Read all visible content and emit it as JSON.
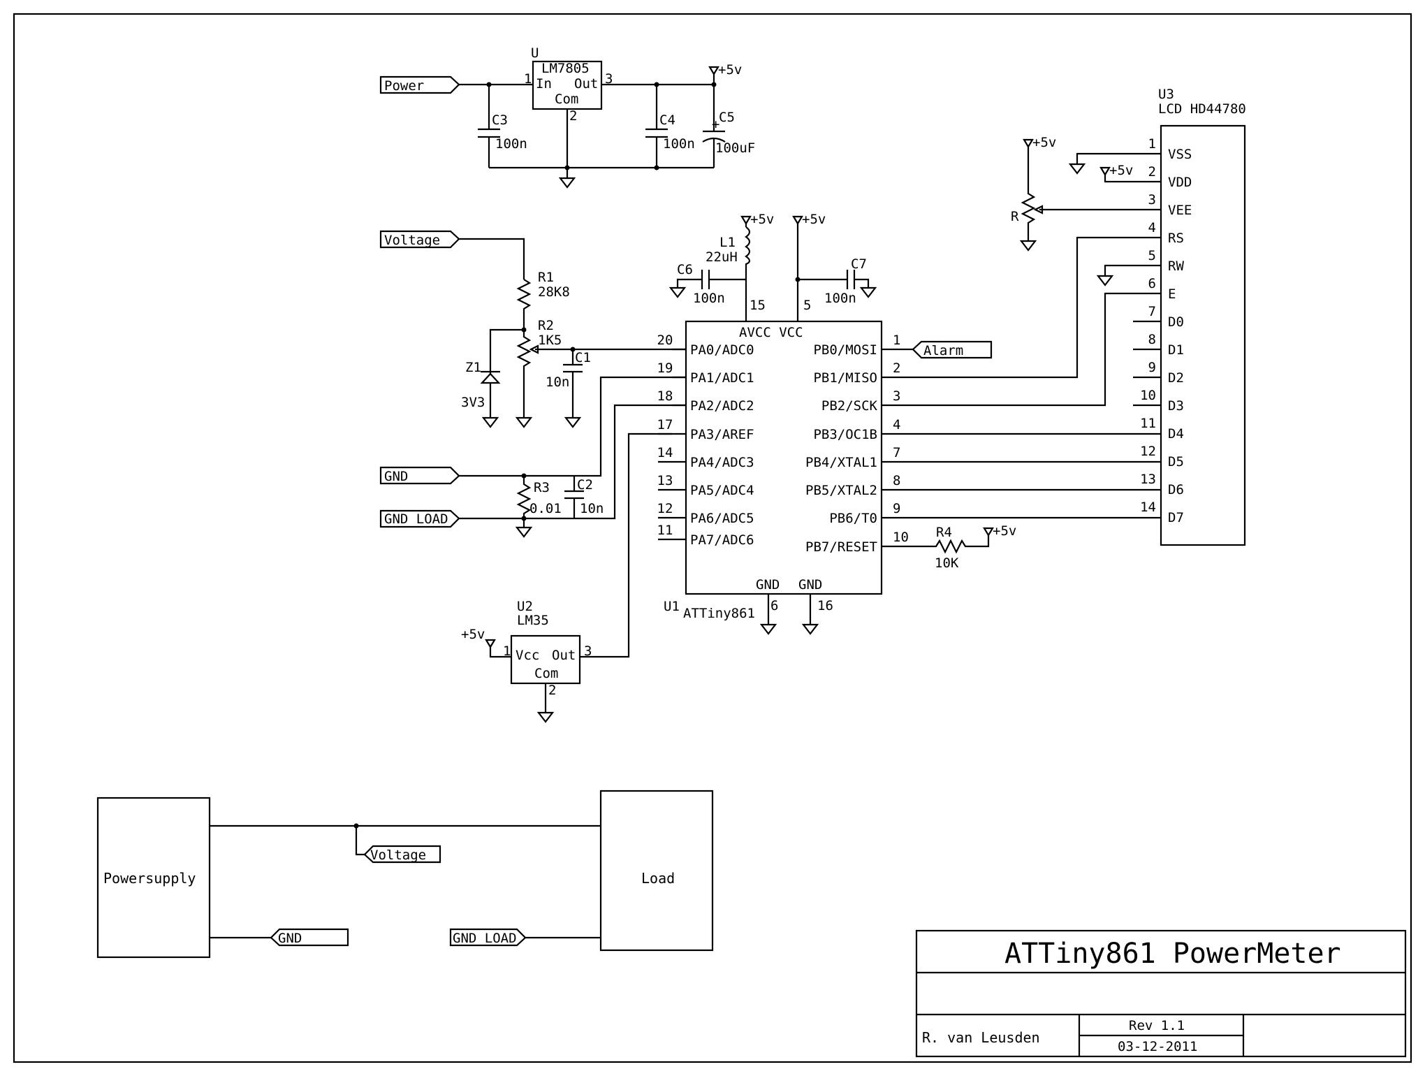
{
  "title_block": {
    "title": "ATTiny861 PowerMeter",
    "author": "R. van Leusden",
    "revision": "Rev 1.1",
    "date": "03-12-2011"
  },
  "supply": "+5v",
  "ports": {
    "power": "Power",
    "voltage": "Voltage",
    "gnd": "GND",
    "gnd_load": "GND LOAD",
    "alarm": "Alarm"
  },
  "regulator": {
    "ref": "U",
    "part": "LM7805",
    "pin_in": "In",
    "pin_out": "Out",
    "pin_com": "Com",
    "n1": "1",
    "n2": "2",
    "n3": "3"
  },
  "passives": {
    "c3": {
      "ref": "C3",
      "value": "100n"
    },
    "c4": {
      "ref": "C4",
      "value": "100n"
    },
    "c5": {
      "ref": "C5",
      "value": "100uF"
    },
    "c6": {
      "ref": "C6",
      "value": "100n"
    },
    "c7": {
      "ref": "C7",
      "value": "100n"
    },
    "c1": {
      "ref": "C1",
      "value": "10n"
    },
    "c2": {
      "ref": "C2",
      "value": "10n"
    },
    "l1": {
      "ref": "L1",
      "value": "22uH"
    },
    "r1": {
      "ref": "R1",
      "value": "28K8"
    },
    "r2": {
      "ref": "R2",
      "value": "1K5"
    },
    "r3": {
      "ref": "R3",
      "value": "0.01"
    },
    "r4": {
      "ref": "R4",
      "value": "10K"
    },
    "z1": {
      "ref": "Z1",
      "value": "3V3"
    },
    "r": {
      "ref": "R"
    }
  },
  "mcu": {
    "ref": "U1",
    "part": "ATTiny861",
    "power_label": "AVCC VCC",
    "pin_avcc": "15",
    "pin_vcc": "5",
    "gnd_label": "GND",
    "pin_gnd1": "6",
    "pin_gnd2": "16",
    "left_pins": [
      {
        "num": "20",
        "name": "PA0/ADC0"
      },
      {
        "num": "19",
        "name": "PA1/ADC1"
      },
      {
        "num": "18",
        "name": "PA2/ADC2"
      },
      {
        "num": "17",
        "name": "PA3/AREF"
      },
      {
        "num": "14",
        "name": "PA4/ADC3"
      },
      {
        "num": "13",
        "name": "PA5/ADC4"
      },
      {
        "num": "12",
        "name": "PA6/ADC5"
      },
      {
        "num": "11",
        "name": "PA7/ADC6"
      }
    ],
    "right_pins": [
      {
        "num": "1",
        "name": "PB0/MOSI"
      },
      {
        "num": "2",
        "name": "PB1/MISO"
      },
      {
        "num": "3",
        "name": "PB2/SCK"
      },
      {
        "num": "4",
        "name": "PB3/OC1B"
      },
      {
        "num": "7",
        "name": "PB4/XTAL1"
      },
      {
        "num": "8",
        "name": "PB5/XTAL2"
      },
      {
        "num": "9",
        "name": "PB6/T0"
      },
      {
        "num": "10",
        "name": "PB7/RESET"
      }
    ]
  },
  "lcd": {
    "ref": "U3",
    "part": "LCD HD44780",
    "pins": [
      {
        "num": "1",
        "name": "VSS"
      },
      {
        "num": "2",
        "name": "VDD"
      },
      {
        "num": "3",
        "name": "VEE"
      },
      {
        "num": "4",
        "name": "RS"
      },
      {
        "num": "5",
        "name": "RW"
      },
      {
        "num": "6",
        "name": "E"
      },
      {
        "num": "7",
        "name": "D0"
      },
      {
        "num": "8",
        "name": "D1"
      },
      {
        "num": "9",
        "name": "D2"
      },
      {
        "num": "10",
        "name": "D3"
      },
      {
        "num": "11",
        "name": "D4"
      },
      {
        "num": "12",
        "name": "D5"
      },
      {
        "num": "13",
        "name": "D6"
      },
      {
        "num": "14",
        "name": "D7"
      }
    ]
  },
  "sensor": {
    "ref": "U2",
    "part": "LM35",
    "pin_vcc": "Vcc",
    "pin_out": "Out",
    "pin_com": "Com",
    "supply": "+5v",
    "n1": "1",
    "n2": "2",
    "n3": "3"
  },
  "blocks": {
    "powersupply": "Powersupply",
    "load": "Load"
  }
}
